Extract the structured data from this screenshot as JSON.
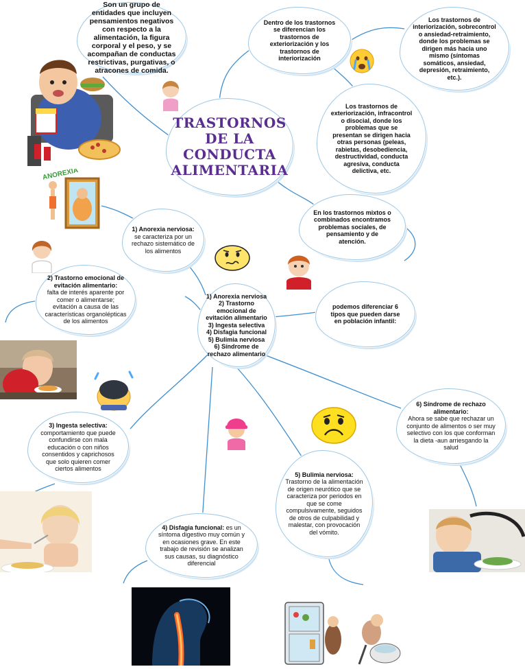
{
  "title": "TRASTORNOS\nDE LA\nCONDUCTA\nALIMENTARIA",
  "definition": "Son un grupo de entidades que incluyen pensamientos negativos con respecto a la alimentación, la figura corporal y el peso, y se acompañan de conductas restrictivas, purgativas, o atracones de comida.",
  "diferencian": "Dentro de los trastornos se diferencian los trastornos de exteriorización y los trastornos de interiorización",
  "interiorizacion": "Los trastornos de interiorización, sobrecontrol o ansiedad-retraimiento, donde los problemas se dirigen más hacia uno mismo (síntomas somáticos, ansiedad, depresión, retraimiento, etc.).",
  "exteriorizacion": "Los trastornos de exteriorización, infracontrol o disocial, donde los problemas que se presentan se dirigen hacia otras personas (peleas, rabietas, desobediencia, destructividad, conducta agresiva, conducta delictiva, etc.",
  "mixtos": "En los trastornos mixtos o combinados encontramos problemas sociales, de pensamiento y de atención.",
  "tipos": "podemos diferenciar 6 tipos que pueden darse en población infantil:",
  "lista": [
    "1)      Anorexia nerviosa",
    "2)      Trastorno emocional de evitación alimentario",
    "3)      Ingesta selectiva",
    "4)      Disfagia funcional",
    "5)      Bulimia nerviosa",
    "6)      Síndrome de rechazo alimentario"
  ],
  "anorexia": {
    "head": "1) Anorexia nerviosa:",
    "body": " se caracteriza por un rechazo sistemático de los alimentos"
  },
  "evitacion": {
    "head": "2)      Trastorno emocional de evitación alimentario:",
    "body": "falta de interés aparente por comer o alimentarse; evitación a causa de las características organolépticas de los alimentos"
  },
  "selectiva": {
    "head": "3)      Ingesta selectiva:",
    "body": "comportamiento que puede confundirse con mala educación o con niños consentidos y caprichosos que solo quieren comer ciertos alimentos"
  },
  "disfagia": {
    "head": "4)      Disfagia funcional:",
    "body": "es un síntoma digestivo muy común y en ocasiones grave. En este trabajo de revisión se analizan sus causas, su diagnóstico diferencial"
  },
  "bulimia": {
    "head": "5)      Bulimia nerviosa:",
    "body": "Trastorno de la alimentación de origen neurótico que se caracteriza por periodos en que se come compulsivamente, seguidos de otros de culpabilidad y malestar, con provocación del vómito."
  },
  "rechazo": {
    "head": "6) Síndrome de rechazo alimentario:",
    "body": "Ahora se sabe que rechazar un conjunto de alimentos o ser muy selectivo con los que conforman la dieta -aun arriesgando la salud"
  },
  "anorexia_sign": "ANOREXIA",
  "colors": {
    "title": "#5a2d91",
    "line": "#3f8fcf",
    "cloud_border": "#9cc7e6"
  },
  "icons": [
    "fat-boy-eating-picture",
    "girl-avatar-icon",
    "crying-emoji-icon",
    "anorexia-mirror-picture",
    "woman-avatar-icon",
    "confused-emoji-icon",
    "boy-avatar-icon",
    "sad-child-food-picture",
    "sad-bald-emoji-icon",
    "girl-eating-picture",
    "pink-hat-girl-icon",
    "sad-emoji-icon",
    "boy-refusing-food-picture",
    "throat-xray-picture",
    "fridge-vomit-cartoon"
  ]
}
